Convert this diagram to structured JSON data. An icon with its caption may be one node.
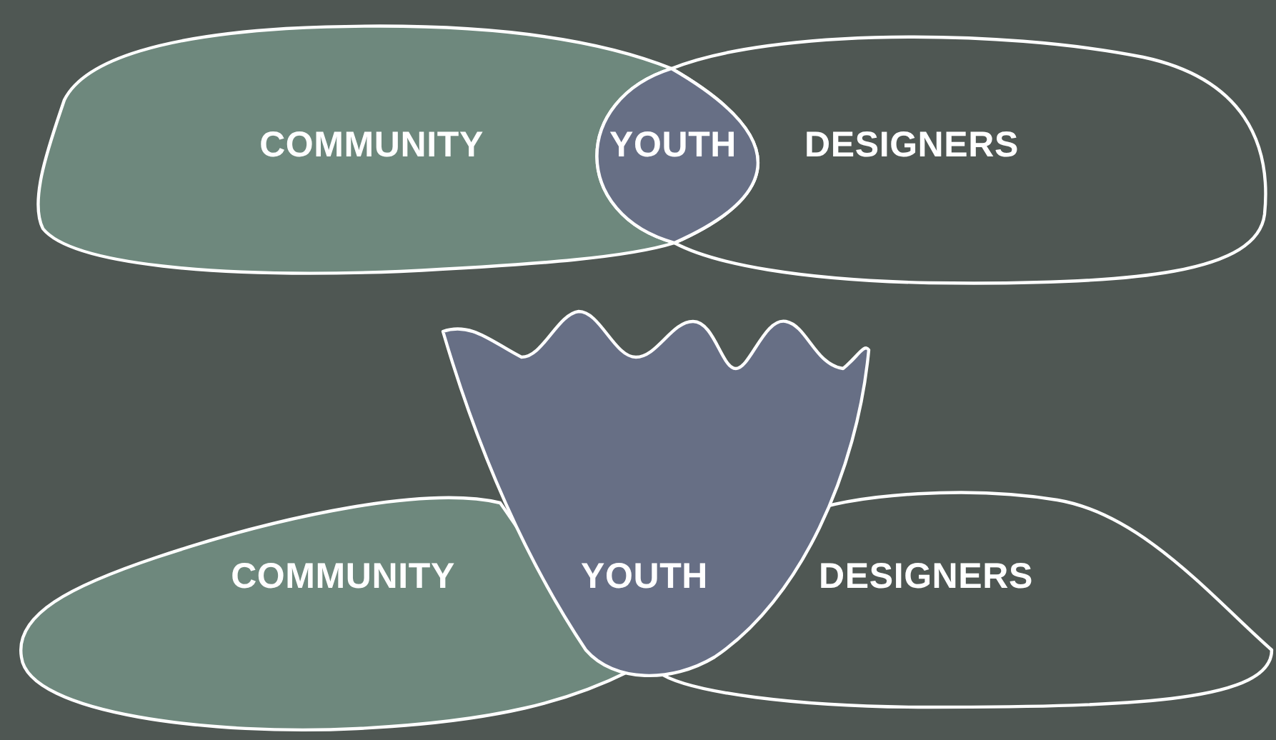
{
  "diagram": {
    "nodes": [
      {
        "text": [
          "COMMUNITY"
        ]
      },
      {
        "text": [
          "YOUTH"
        ]
      },
      {
        "text": [
          "DESIGNERS"
        ]
      },
      {
        "text": [
          "YOUTH"
        ]
      },
      {
        "text": [
          "COMMUNITY"
        ]
      },
      {
        "text": [
          "DESIGNERS"
        ]
      }
    ]
  }
}
